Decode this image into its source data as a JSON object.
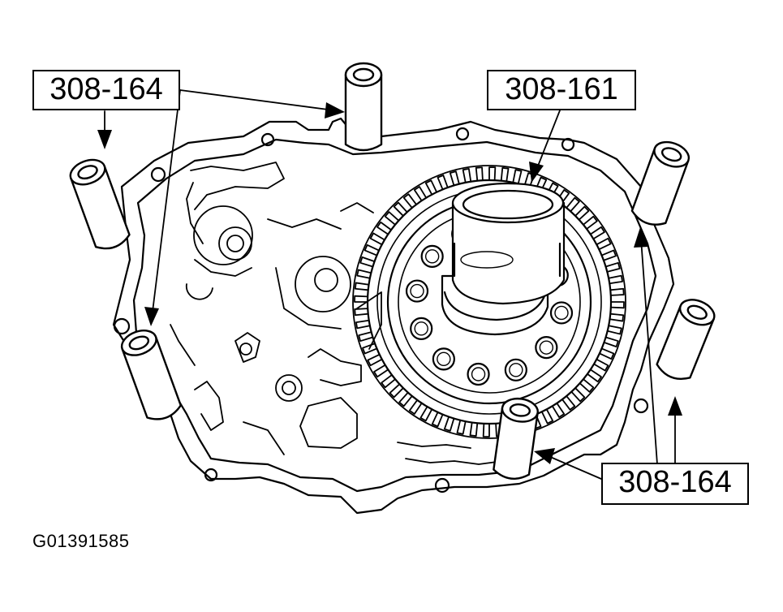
{
  "callouts": {
    "top_left": "308-164",
    "top_right": "308-161",
    "bottom_right": "308-164"
  },
  "figure_id": "G01391585",
  "components": [
    {
      "tool": "308-164",
      "count": 6
    },
    {
      "tool": "308-161",
      "count": 1
    }
  ],
  "colors": {
    "line": "#000000",
    "background": "#ffffff"
  }
}
